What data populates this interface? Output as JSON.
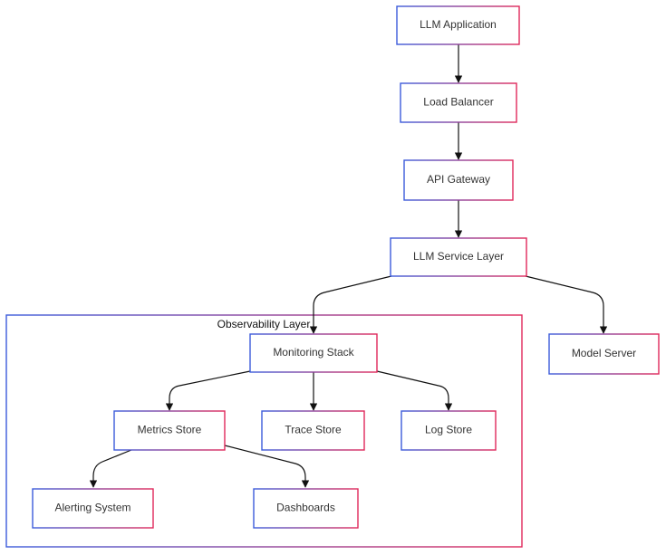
{
  "diagram": {
    "group": {
      "label": "Observability Layer"
    },
    "nodes": {
      "llm_application": "LLM Application",
      "load_balancer": "Load Balancer",
      "api_gateway": "API Gateway",
      "llm_service_layer": "LLM Service Layer",
      "model_server": "Model Server",
      "monitoring_stack": "Monitoring Stack",
      "metrics_store": "Metrics Store",
      "trace_store": "Trace Store",
      "log_store": "Log Store",
      "alerting_system": "Alerting System",
      "dashboards": "Dashboards"
    },
    "edges": [
      {
        "from": "llm_application",
        "to": "load_balancer"
      },
      {
        "from": "load_balancer",
        "to": "api_gateway"
      },
      {
        "from": "api_gateway",
        "to": "llm_service_layer"
      },
      {
        "from": "llm_service_layer",
        "to": "monitoring_stack"
      },
      {
        "from": "llm_service_layer",
        "to": "model_server"
      },
      {
        "from": "monitoring_stack",
        "to": "metrics_store"
      },
      {
        "from": "monitoring_stack",
        "to": "trace_store"
      },
      {
        "from": "monitoring_stack",
        "to": "log_store"
      },
      {
        "from": "metrics_store",
        "to": "alerting_system"
      },
      {
        "from": "metrics_store",
        "to": "dashboards"
      }
    ],
    "colors": {
      "border_start": "#3b5bdb",
      "border_end": "#e0285a",
      "node_fill": "#ffffff",
      "edge": "#111111",
      "text": "#333333"
    }
  }
}
